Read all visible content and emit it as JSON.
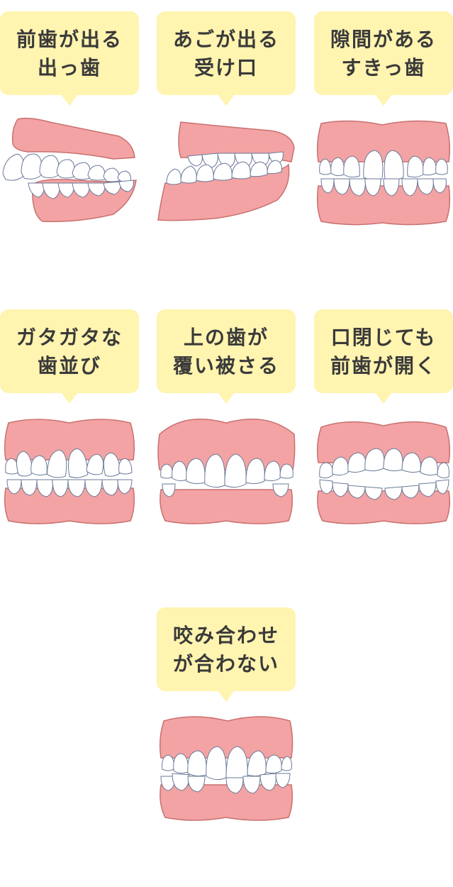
{
  "items": [
    {
      "line1": "前歯が出る",
      "line2": "出っ歯",
      "illustration": "protruding-front-teeth"
    },
    {
      "line1": "あごが出る",
      "line2": "受け口",
      "illustration": "underbite"
    },
    {
      "line1": "隙間がある",
      "line2": "すきっ歯",
      "illustration": "gapped-teeth"
    },
    {
      "line1": "ガタガタな",
      "line2": "歯並び",
      "illustration": "crooked-teeth"
    },
    {
      "line1": "上の歯が",
      "line2": "覆い被さる",
      "illustration": "deep-overbite"
    },
    {
      "line1": "口閉じても",
      "line2": "前歯が開く",
      "illustration": "open-bite"
    },
    {
      "line1": "咬み合わせ",
      "line2": "が合わない",
      "illustration": "crossbite"
    }
  ],
  "colors": {
    "bubble": "#fff4b0",
    "gum": "#f3a3a3",
    "gum_outline": "#c97070",
    "tooth": "#ffffff",
    "tooth_outline": "#6a7a99",
    "text": "#3a3a3a"
  }
}
